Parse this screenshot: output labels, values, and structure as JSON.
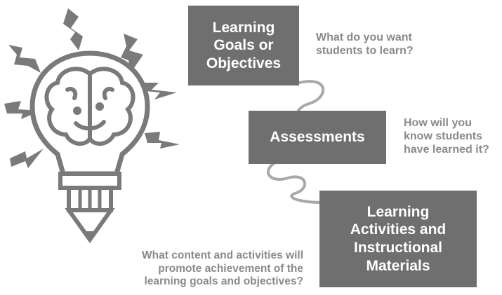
{
  "colors": {
    "box_fill": "#6f6f6f",
    "box_text": "#ffffff",
    "question_text": "#8a8a8a",
    "art": "#7a7a7a",
    "arrow": "#a8a8a8"
  },
  "icons": [
    "lightbulb-pencil-icon",
    "brain-smiley-icon"
  ],
  "boxes": [
    {
      "label": "Learning\nGoals or\nObjectives"
    },
    {
      "label": "Assessments"
    },
    {
      "label": "Learning\nActivities and\nInstructional\nMaterials"
    }
  ],
  "questions": [
    {
      "text": "What do you want\nstudents to learn?"
    },
    {
      "text": "How will you\nknow students\nhave learned it?"
    },
    {
      "text": "What content and activities will\npromote achievement of the\nlearning goals and objectives?"
    }
  ]
}
